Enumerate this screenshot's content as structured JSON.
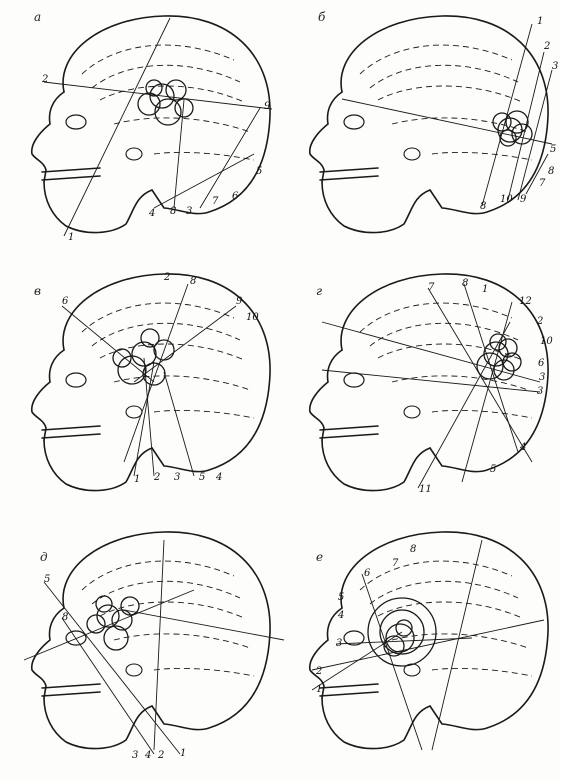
{
  "figure": {
    "panels": [
      {
        "letter": "а",
        "labels": [
          "1",
          "2",
          "3",
          "4",
          "5",
          "6",
          "7",
          "8",
          "9"
        ]
      },
      {
        "letter": "б",
        "labels": [
          "1",
          "2",
          "3",
          "5",
          "7",
          "8",
          "9",
          "10",
          "8"
        ]
      },
      {
        "letter": "в",
        "labels": [
          "1",
          "2",
          "3",
          "4",
          "5",
          "6",
          "8",
          "9",
          "10",
          "2"
        ]
      },
      {
        "letter": "г",
        "labels": [
          "1",
          "2",
          "3",
          "4",
          "5",
          "6",
          "7",
          "8",
          "10",
          "11",
          "12",
          "3"
        ]
      },
      {
        "letter": "д",
        "labels": [
          "1",
          "2",
          "3",
          "4",
          "5",
          "8"
        ]
      },
      {
        "letter": "е",
        "labels": [
          "1",
          "2",
          "3",
          "4",
          "5",
          "6",
          "7",
          "8"
        ]
      }
    ],
    "colors": {
      "ink": "#1a1a1a",
      "paper": "#fdfdfb"
    }
  }
}
